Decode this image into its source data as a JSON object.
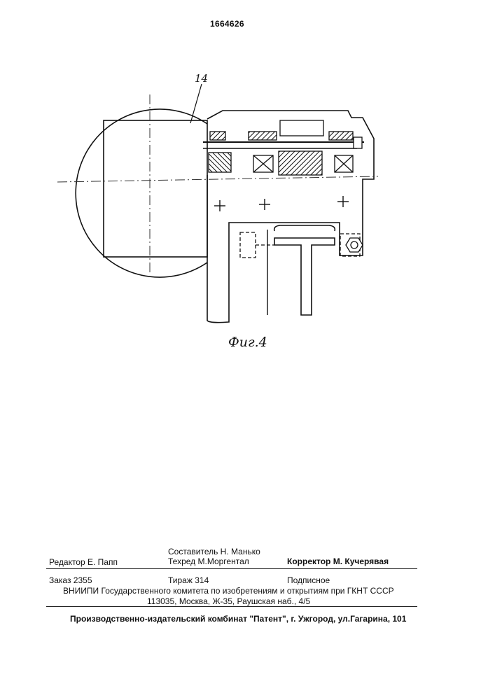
{
  "header": {
    "patent_number": "1664626"
  },
  "figure": {
    "caption": "Фиг.4",
    "reference_label": "14"
  },
  "imprint": {
    "compiler": "Составитель Н. Манько",
    "editor": "Редактор Е. Папп",
    "tech_editor": "Техред М.Моргентал",
    "proofreader": "Корректор М. Кучерявая",
    "order": "Заказ 2355",
    "circulation": "Тираж 314",
    "subscription": "Подписное",
    "institute": "ВНИИПИ Государственного комитета по изобретениям и открытиям при ГКНТ СССР",
    "address": "113035, Москва, Ж-35, Раушская наб., 4/5",
    "publisher": "Производственно-издательский комбинат \"Патент\", г. Ужгород, ул.Гагарина, 101"
  }
}
